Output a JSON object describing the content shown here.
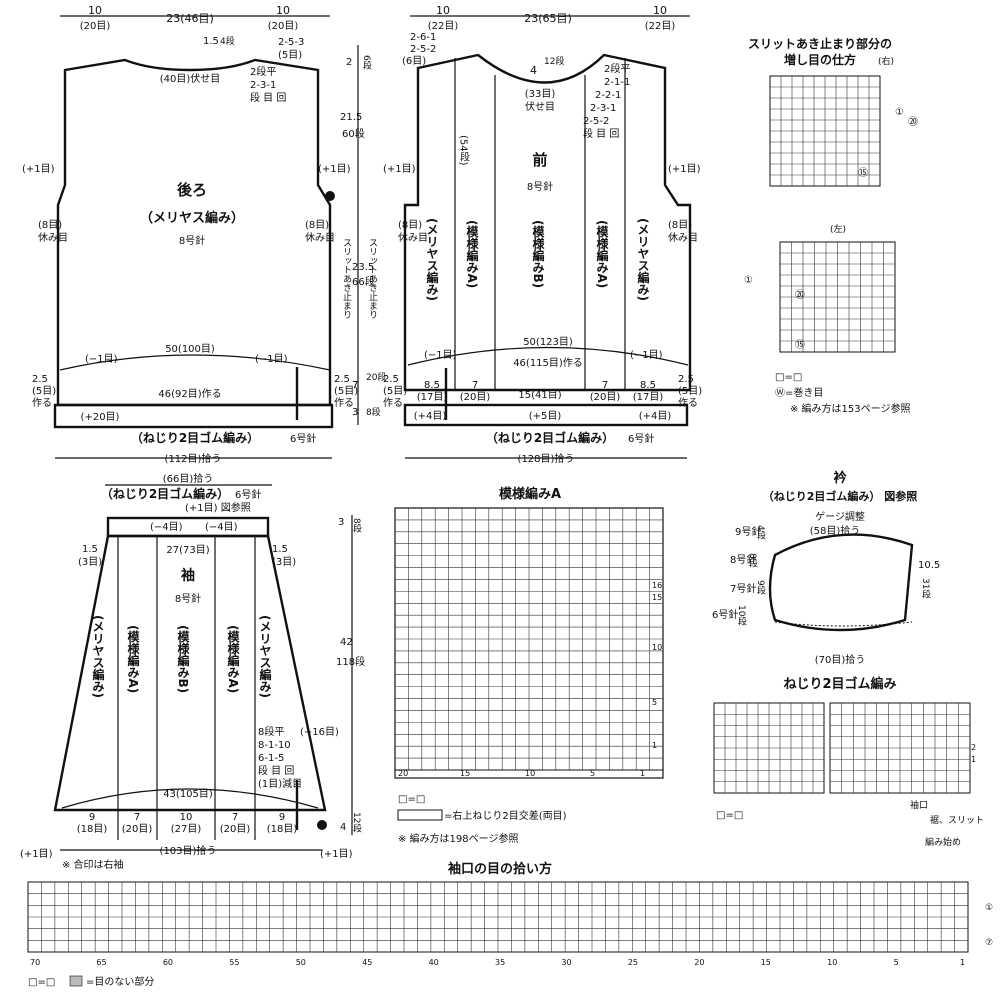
{
  "back": {
    "top_widths": [
      "10",
      "23(46目)",
      "10"
    ],
    "top_widths_sub": [
      "(20目)",
      "(20目)"
    ],
    "neck_drop": "1.5",
    "neck_rows": "4段",
    "neck_bindoff": "(40目)伏せ目",
    "shoulder_dec": [
      "2-5-3",
      "(5目)"
    ],
    "shoulder_rows": [
      "2段平",
      "2-3-1",
      "段 目 回"
    ],
    "name": "後ろ",
    "stitch": "（メリヤス編み）",
    "needle": "8号針",
    "plus_one": "(+1目)",
    "armhole_hold": [
      "(8目)",
      "休み目"
    ],
    "width_mid": "50(100目)",
    "minus_one": "(−1目)",
    "cast_on": "46(92目)作る",
    "side_small": [
      "2.5",
      "(5目)",
      "作る"
    ],
    "rib_plus": "(+20目)",
    "rib_label": "（ねじり2目ゴム編み）",
    "rib_needle": "6号針",
    "pickup": "(112目)拾う"
  },
  "heights": {
    "shoulder": [
      "2",
      "6段"
    ],
    "armhole": [
      "21.5",
      "60段"
    ],
    "body": [
      "23.5",
      "66段"
    ],
    "slit": [
      "7",
      "20段"
    ],
    "rib": [
      "3",
      "8段"
    ],
    "slit_label": "スリットあき止まり"
  },
  "front": {
    "top_widths": [
      "10",
      "23(65目)",
      "10"
    ],
    "top_widths_sub": [
      "(22目)",
      "(22目)"
    ],
    "shoulder_dec": [
      "2-6-1",
      "2-5-2",
      "(6目)"
    ],
    "neck_drop": "4",
    "neck_rows": "12段",
    "neck_bindoff": [
      "(33目)",
      "伏せ目"
    ],
    "neck_dec": [
      "2段平",
      "2-1-1",
      "2-2-1",
      "2-3-1",
      "2-5-2",
      "段 目 回"
    ],
    "side_rows": "(54段)",
    "name": "前",
    "needle": "8号針",
    "cols": [
      "(メリヤス編み)",
      "(模様編みA)",
      "(模様編みB)",
      "(模様編みA)",
      "(メリヤス編み)"
    ],
    "width_mid": "50(123目)",
    "cast_on": "46(115目)作る",
    "bottom_widths": [
      "8.5",
      "7",
      "15(41目)",
      "7",
      "8.5"
    ],
    "bottom_sub": [
      "(17目)",
      "(20目)",
      "(20目)",
      "(17目)"
    ],
    "rib_plus": [
      "(+4目)",
      "(+5目)",
      "(+4目)"
    ],
    "rib_label": "（ねじり2目ゴム編み）",
    "rib_needle": "6号針",
    "pickup": "(128目)拾う"
  },
  "slit_detail": {
    "title": [
      "スリットあき止まり部分の",
      "増し目の仕方"
    ],
    "right": "(右)",
    "left": "(左)",
    "markers": [
      "①",
      "⑳",
      "⑮"
    ],
    "legend": [
      "□=□",
      "Ⓦ=巻き目"
    ],
    "note": "※ 編み方は153ページ参照"
  },
  "sleeve": {
    "pickup_top": "(66目)拾う",
    "rib_label": "（ねじり2目ゴム編み）",
    "rib_needle": "6号針",
    "rib_note": "(+1目) 図参照",
    "minus_four": "(−4目)",
    "top_width": "27(73目)",
    "side": [
      "1.5",
      "(3目)"
    ],
    "name": "袖",
    "needle": "8号針",
    "cols": [
      "(メリヤス編み)",
      "(模様編みA)",
      "(模様編みB)",
      "(模様編みA)",
      "(メリヤス編み)"
    ],
    "dec_rows": [
      "8段平",
      "8-1-10",
      "6-1-5",
      "段 目 回",
      "(1目)減目"
    ],
    "minus_sixteen": "(−16目)",
    "bottom_width": "43(105目)",
    "bottom_widths": [
      "9",
      "7",
      "10",
      "7",
      "9"
    ],
    "bottom_sub": [
      "(18目)",
      "(20目)",
      "(27目)",
      "(20目)",
      "(18目)"
    ],
    "pickup": "(103目)拾う",
    "plus_one": "(+1目)",
    "note": "※ 合印は右袖",
    "heights": [
      "3",
      "8段",
      "42",
      "118段",
      "4",
      "12段"
    ]
  },
  "pattern_a": {
    "title": "模様編みA",
    "row_numbers": [
      "16",
      "15",
      "10",
      "5",
      "1"
    ],
    "col_numbers": [
      "20",
      "15",
      "10",
      "5",
      "1"
    ],
    "legend": [
      "□=□",
      "=右上ねじり2目交差(両目)"
    ],
    "note": "※ 編み方は198ページ参照"
  },
  "collar": {
    "title": "衿",
    "subtitle": "（ねじり2目ゴム編み） 図参照",
    "gauge": "ゲージ調整",
    "pickup_top": "(58目)拾う",
    "needles": [
      "9号針",
      "8号針",
      "7号針",
      "6号針"
    ],
    "rows": [
      "4段",
      "8段",
      "9段",
      "10段"
    ],
    "height": [
      "10.5",
      "31段"
    ],
    "pickup_bottom": "(70目)拾う"
  },
  "rib_chart": {
    "title": "ねじり2目ゴム編み",
    "legend": "□=□",
    "labels": [
      "袖口",
      "裾、スリット",
      "編み始め"
    ],
    "row_numbers": [
      "2",
      "1"
    ]
  },
  "cuff": {
    "title": "袖口の目の拾い方",
    "legend": [
      "□=□",
      "=目のない部分"
    ],
    "col_numbers": [
      "70",
      "65",
      "60",
      "55",
      "50",
      "45",
      "40",
      "35",
      "30",
      "25",
      "20",
      "15",
      "10",
      "5",
      "1"
    ],
    "markers": [
      "①",
      "⑦"
    ]
  }
}
